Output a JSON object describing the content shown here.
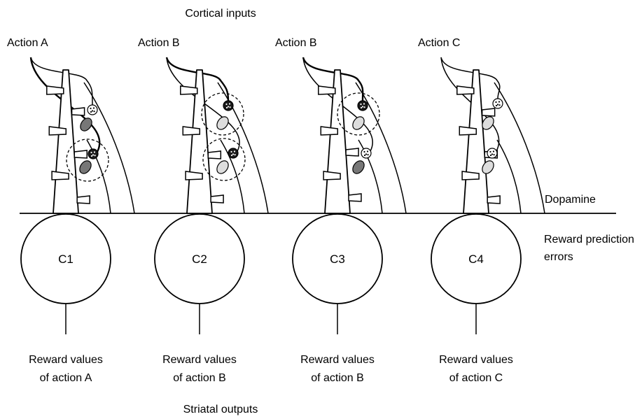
{
  "title": "Cortical inputs",
  "footer": "Striatal outputs",
  "dopamine_label": "Dopamine",
  "rpe_label": [
    "Reward prediction",
    "errors"
  ],
  "columns": [
    {
      "action": "Action A",
      "cell": "C1",
      "output": [
        "Reward values",
        "of action A"
      ]
    },
    {
      "action": "Action B",
      "cell": "C2",
      "output": [
        "Reward values",
        "of action B"
      ]
    },
    {
      "action": "Action B",
      "cell": "C3",
      "output": [
        "Reward values",
        "of action B"
      ]
    },
    {
      "action": "Action C",
      "cell": "C4",
      "output": [
        "Reward values",
        "of action C"
      ]
    }
  ]
}
